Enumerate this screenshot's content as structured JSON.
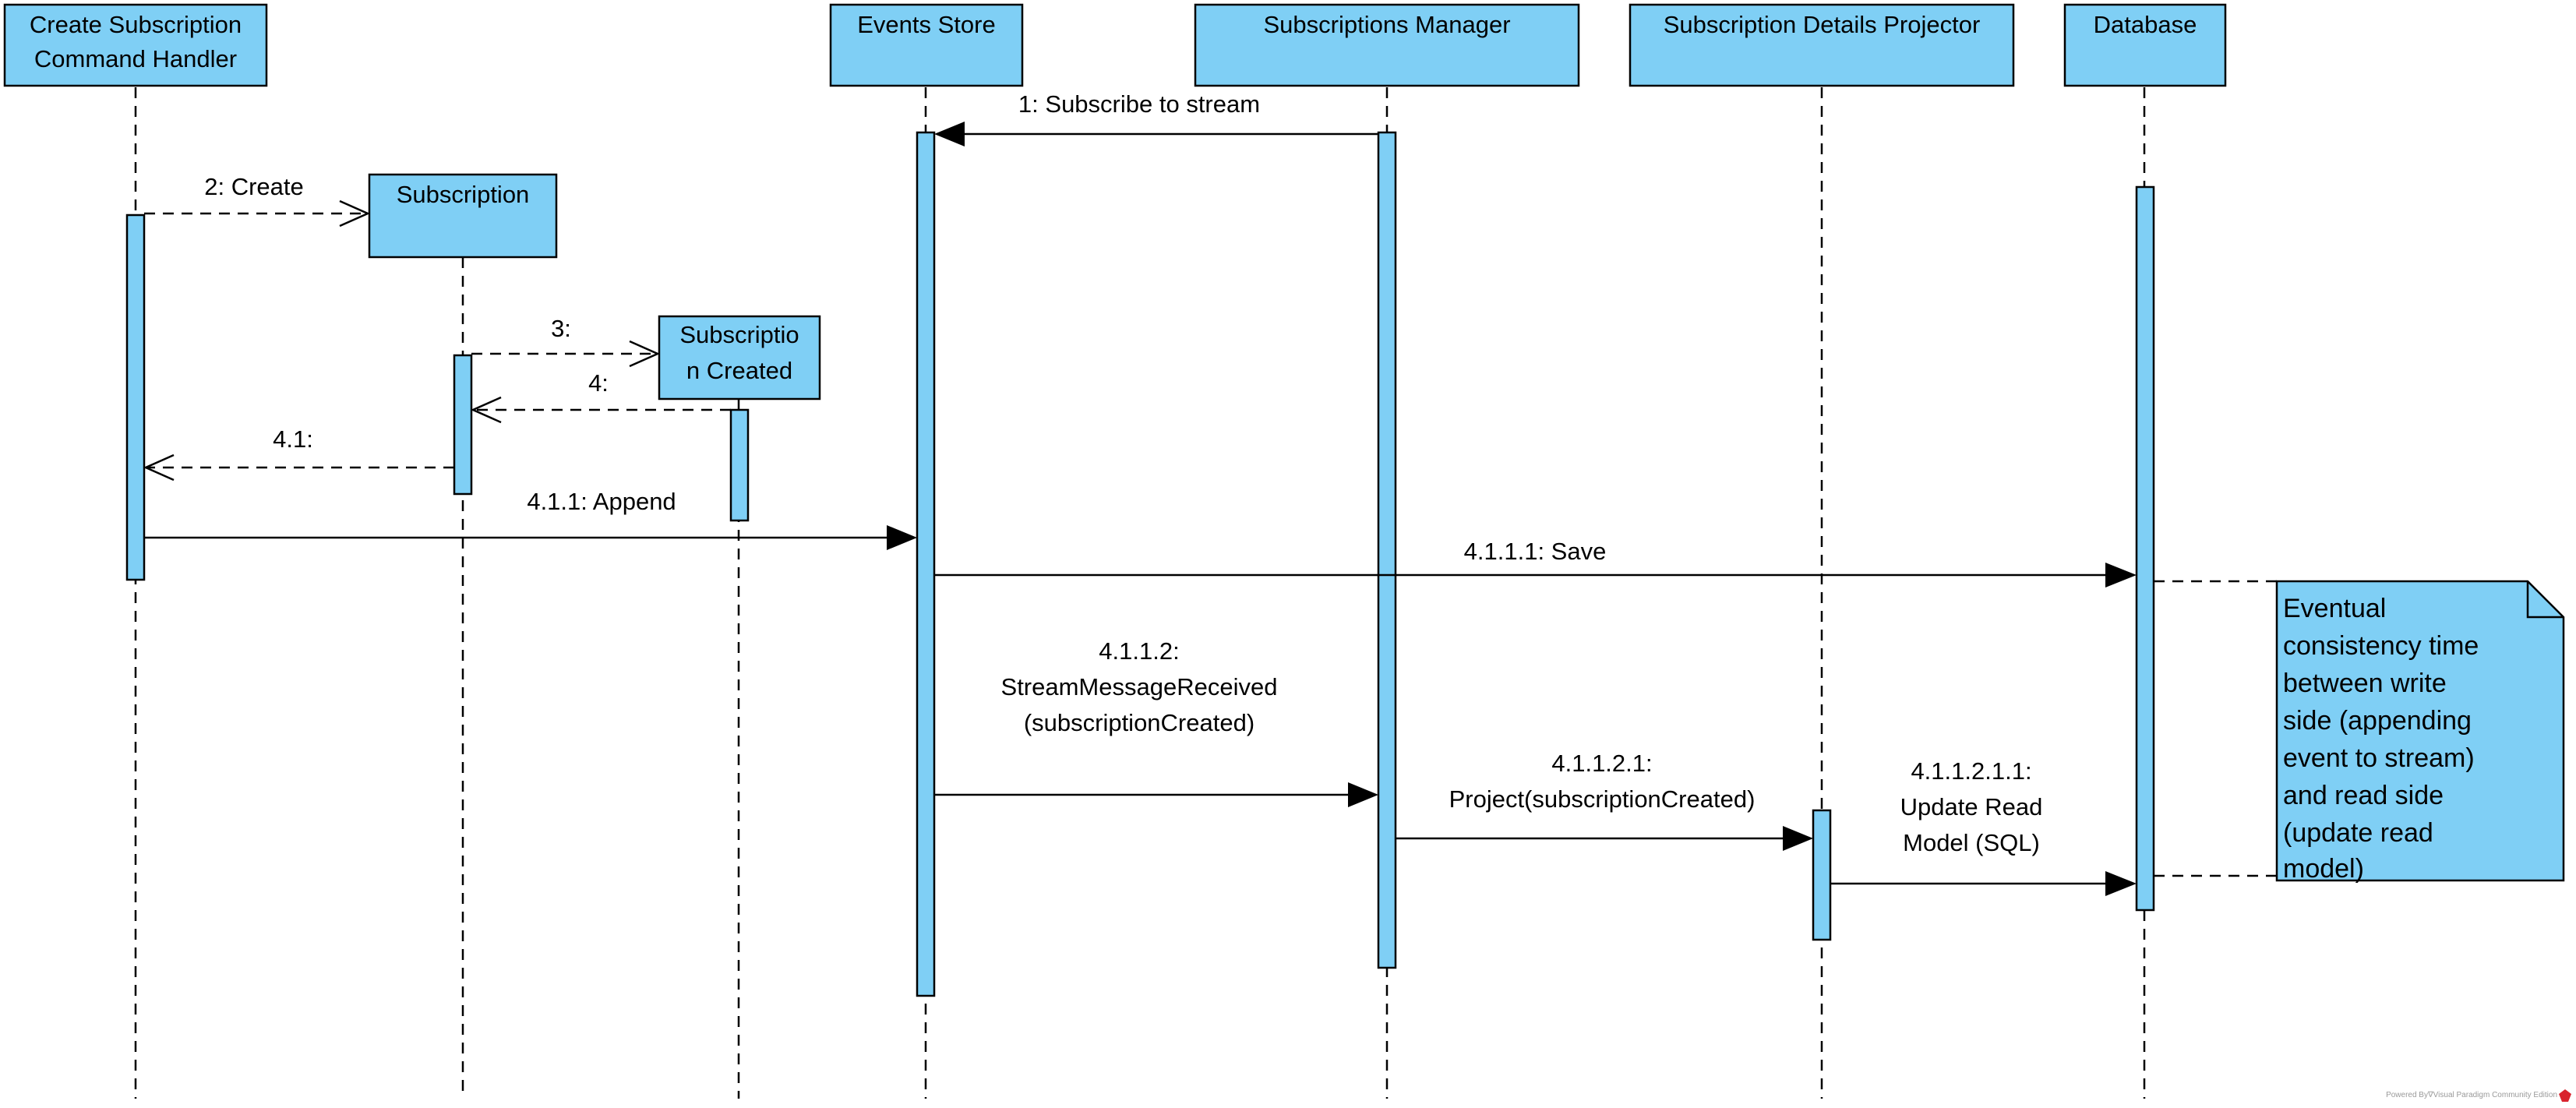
{
  "diagram": {
    "lifelines": [
      {
        "id": "handler",
        "label_line1": "Create Subscription",
        "label_line2": "Command Handler"
      },
      {
        "id": "subscription",
        "label_line1": "Subscription"
      },
      {
        "id": "subcreated",
        "label_line1": "Subscriptio",
        "label_line2": "n Created"
      },
      {
        "id": "eventsstore",
        "label_line1": "Events Store"
      },
      {
        "id": "manager",
        "label_line1": "Subscriptions Manager"
      },
      {
        "id": "projector",
        "label_line1": "Subscription Details Projector"
      },
      {
        "id": "database",
        "label_line1": "Database"
      }
    ],
    "messages": {
      "m1": "1: Subscribe to stream",
      "m2": "2: Create",
      "m3": "3:",
      "m4": "4:",
      "m41": "4.1:",
      "m411": "4.1.1: Append",
      "m4111": "4.1.1.1: Save",
      "m4112_l1": "4.1.1.2:",
      "m4112_l2": "StreamMessageReceived",
      "m4112_l3": "(subscriptionCreated)",
      "m41121_l1": "4.1.1.2.1:",
      "m41121_l2": "Project(subscriptionCreated)",
      "m411211_l1": "4.1.1.2.1.1:",
      "m411211_l2": "Update Read",
      "m411211_l3": "Model (SQL)"
    },
    "note": {
      "lines": [
        "Eventual",
        "consistency time",
        "between write",
        "side (appending",
        "event to stream)",
        "and read side",
        "(update read",
        "model)"
      ]
    },
    "footer": "Powered By∇Visual Paradigm Community Edition",
    "colors": {
      "fill": "#7fcff5",
      "stroke": "#000000",
      "background": "#ffffff"
    }
  }
}
